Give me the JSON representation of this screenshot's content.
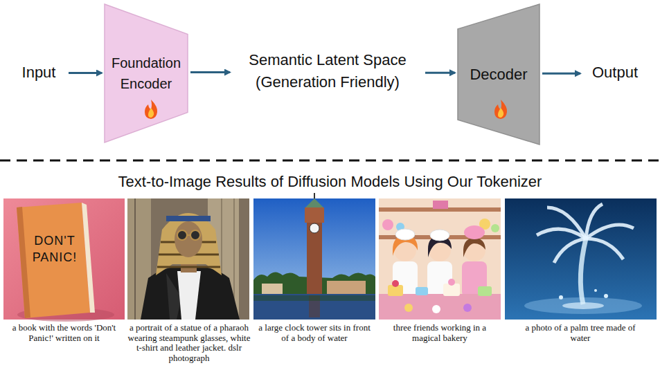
{
  "diagram": {
    "title": "Text-to-Image Results of Diffusion Models Using Our Tokenizer",
    "nodes": [
      {
        "text": [
          "Input"
        ]
      },
      {
        "text": [
          "Foundation Encoder"
        ]
      },
      {
        "text": [
          "Semantic Latent Space (Generation Friendly)"
        ]
      },
      {
        "text": [
          "Decoder"
        ]
      },
      {
        "text": [
          "Output"
        ]
      }
    ],
    "edges": [
      {
        "from": 0,
        "to": 1,
        "arrow": "to"
      },
      {
        "from": 1,
        "to": 2,
        "arrow": "to"
      },
      {
        "from": 2,
        "to": 3,
        "arrow": "to"
      },
      {
        "from": 3,
        "to": 4,
        "arrow": "to"
      }
    ],
    "labels": [
      "DON'T PANIC!",
      "a book with the words 'Don't Panic!' written on it",
      "a portrait of a statue of a pharaoh wearing steampunk glasses, white t-shirt and leather jacket. dslr photograph",
      "a large clock tower sits in front of a body of water",
      "three friends working in a magical bakery",
      "a photo of a palm tree made of water"
    ]
  }
}
